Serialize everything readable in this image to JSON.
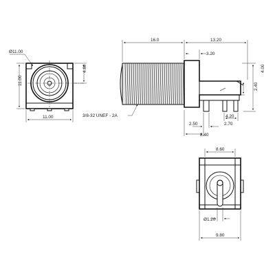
{
  "drawing": {
    "front_view": {
      "dia_outer": "Ø11.00",
      "height": "11.00",
      "width": "11.00",
      "center_height": "4.80"
    },
    "side_view": {
      "thread_length": "16.0",
      "body_length": "13.20",
      "flange": "3.20",
      "thread_spec": "3/8-32 UNEF - 2A",
      "total_height": "4.00",
      "pin_height": "2.40",
      "pin_pitch": "4.20",
      "dim_250": "2.50",
      "dim_270": "2.70",
      "dim_840": "8.40"
    },
    "bottom_view": {
      "top_width": "8.60",
      "pin_dia": "Ø1.20",
      "bottom_width": "9.80"
    }
  }
}
